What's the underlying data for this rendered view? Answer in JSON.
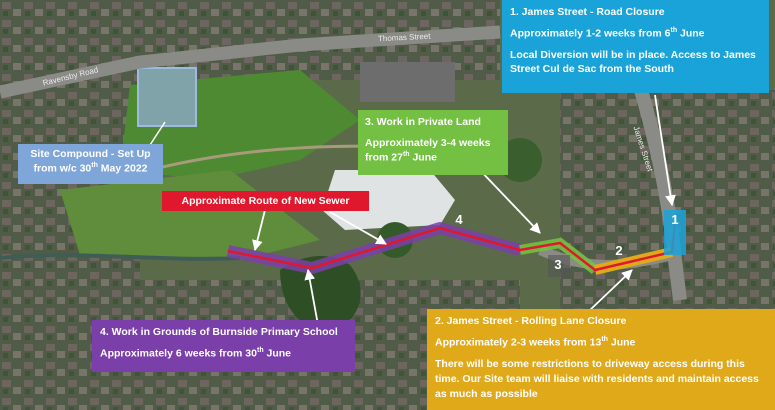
{
  "roads": {
    "thomas": "Thomas Street",
    "ravensby": "Ravensby Road",
    "james": "James Street"
  },
  "boxes": {
    "road_closure": {
      "title": "1.  James Street - Road Closure",
      "duration_pre": "Approximately 1-2 weeks from 6",
      "duration_sup": "th",
      "duration_post": " June",
      "note": "Local Diversion will be in place.  Access to James Street Cul de Sac from the South",
      "color": "#1aa3d9"
    },
    "private_land": {
      "title": "3.  Work in Private Land",
      "duration_pre": "Approximately 3-4 weeks from 27",
      "duration_sup": "th",
      "duration_post": " June",
      "color": "#74c043"
    },
    "site_compound": {
      "line1": "Site Compound - Set Up",
      "line2_pre": "from w/c 30",
      "line2_sup": "th",
      "line2_post": " May 2022",
      "color": "#7ea6d8"
    },
    "sewer_route": {
      "label": "Approximate Route of New Sewer",
      "color": "#e0182d"
    },
    "primary_school": {
      "title": "4.  Work in Grounds of Burnside Primary School",
      "duration_pre": "Approximately 6 weeks from 30",
      "duration_sup": "th",
      "duration_post": " June",
      "color": "#7a3fa8"
    },
    "lane_closure": {
      "title": "2.  James Street - Rolling Lane Closure",
      "duration_pre": "Approximately 2-3 weeks from 13",
      "duration_sup": "th",
      "duration_post": " June",
      "note": "There will be some restrictions to driveway access during this time.  Our Site team will liaise with residents and maintain access as much as possible",
      "color": "#e0a91a"
    }
  },
  "markers": [
    "1",
    "2",
    "3",
    "4"
  ]
}
